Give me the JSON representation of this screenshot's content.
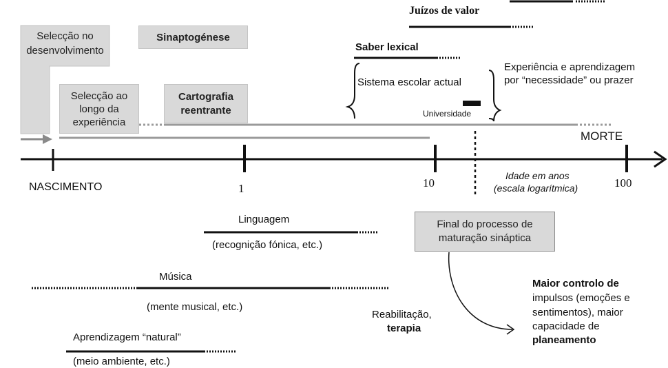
{
  "boxes": {
    "selection_dev": "Selecção no desenvolvimento",
    "synaptogenesis": "Sinaptogénese",
    "selection_experience": "Selecção ao longo da experiência",
    "reentrant_mapping": "Cartografia reentrante",
    "synaptic_maturation": "Final do processo de maturação sináptica"
  },
  "timeline": {
    "birth": "NASCIMENTO",
    "tick_1": "1",
    "tick_10": "10",
    "tick_100": "100",
    "death": "MORTE",
    "axis_label_1": "Idade em anos",
    "axis_label_2": "(escala logarítmica)"
  },
  "above": {
    "value_judgements": "Juízos de valor",
    "lexical_knowledge": "Saber lexical",
    "school_system": "Sistema escolar actual",
    "university": "Universidade",
    "experience_1": "Experiência e aprendizagem",
    "experience_2": "por “necessidade” ou prazer"
  },
  "below": {
    "language": "Linguagem",
    "language_sub": "(recognição fónica, etc.)",
    "music": "Música",
    "music_sub": "(mente musical, etc.)",
    "natural_learning": "Aprendizagem “natural”",
    "natural_learning_sub": "(meio ambiente, etc.)",
    "rehab_1": "Reabilitação,",
    "rehab_2": "terapia",
    "outcome_1": "Maior controlo de",
    "outcome_2": "impulsos (emoções e",
    "outcome_3": "sentimentos), maior",
    "outcome_4": "capacidade de",
    "outcome_5": "planeamento"
  },
  "colors": {
    "box_fill": "#d9d9d9",
    "bar_gray": "#9a9a9a",
    "axis": "#111111"
  }
}
